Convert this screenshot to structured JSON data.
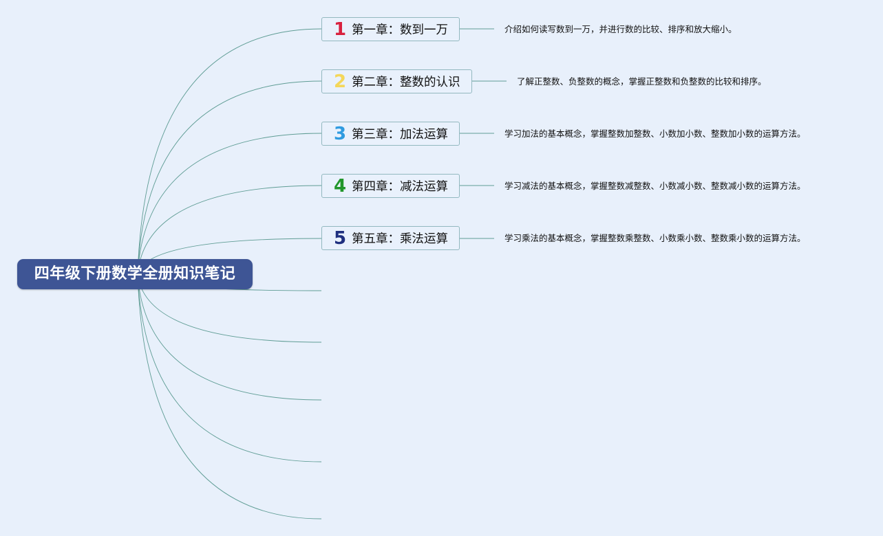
{
  "root": {
    "title": "四年级下册数学全册知识笔记"
  },
  "chapters": [
    {
      "number": "1",
      "color": "#d8213f",
      "title": "第一章：数到一万",
      "description": "介绍如何读写数到一万，并进行数的比较、排序和放大缩小。"
    },
    {
      "number": "2",
      "color": "#f4d75a",
      "title": "第二章：整数的认识",
      "description": "了解正整数、负整数的概念，掌握正整数和负整数的比较和排序。"
    },
    {
      "number": "3",
      "color": "#2f9be0",
      "title": "第三章：加法运算",
      "description": "学习加法的基本概念，掌握整数加整数、小数加小数、整数加小数的运算方法。"
    },
    {
      "number": "4",
      "color": "#21962b",
      "title": "第四章：减法运算",
      "description": "学习减法的基本概念，掌握整数减整数、小数减小数、整数减小数的运算方法。"
    },
    {
      "number": "5",
      "color": "#1e2f7f",
      "title": "第五章：乘法运算",
      "description": "学习乘法的基本概念，掌握整数乘整数、小数乘小数、整数乘小数的运算方法。"
    }
  ],
  "colors": {
    "background": "#e8f0fb",
    "root_fill": "#3e5595",
    "link": "#5e9c94",
    "topic_border": "#92b8bf"
  }
}
